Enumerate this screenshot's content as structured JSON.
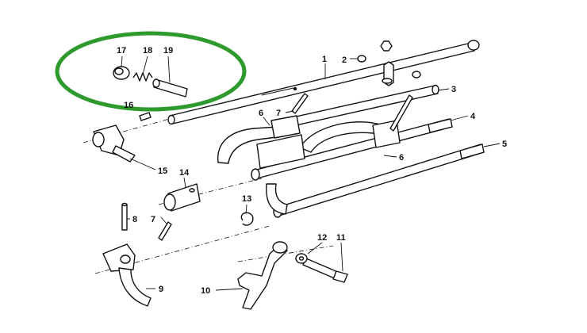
{
  "callouts": {
    "c1": "1",
    "c2": "2",
    "c3": "3",
    "c4": "4",
    "c5": "5",
    "c6a": "6",
    "c6b": "6",
    "c7a": "7",
    "c7b": "7",
    "c8": "8",
    "c9": "9",
    "c10": "10",
    "c11": "11",
    "c12": "12",
    "c13": "13",
    "c14": "14",
    "c15": "15",
    "c16": "16",
    "c17": "17",
    "c18": "18",
    "c19": "19"
  },
  "colors": {
    "highlight": "#2e9a2e",
    "line": "#111111"
  }
}
